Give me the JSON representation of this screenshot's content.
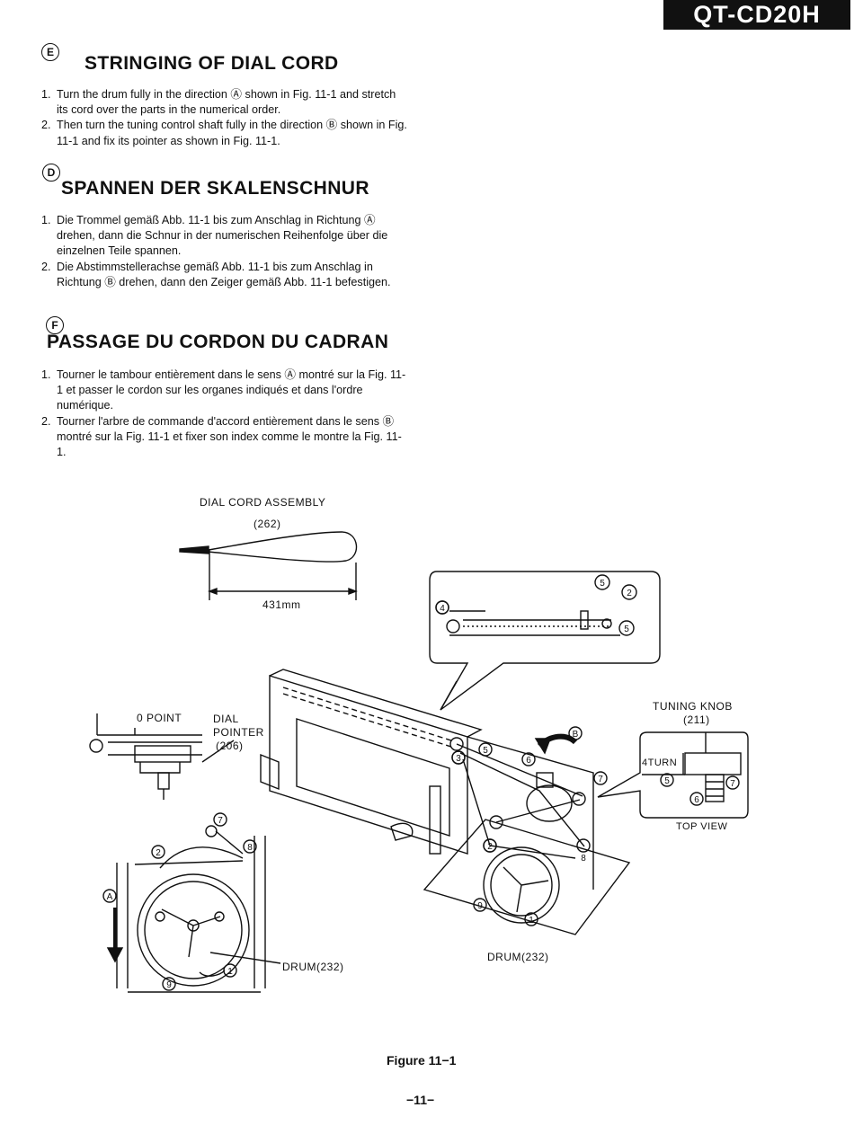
{
  "model": "QT-CD20H",
  "sections": [
    {
      "mark": "E",
      "heading": "STRINGING OF DIAL CORD",
      "steps": [
        {
          "num": "1.",
          "text": "Turn the drum fully in the direction Ⓐ shown in Fig. 11-1 and stretch its cord over the parts in the numerical order."
        },
        {
          "num": "2.",
          "text": "Then turn the tuning control shaft fully in the direction Ⓑ shown in Fig. 11-1 and fix its pointer as shown in Fig. 11-1."
        }
      ]
    },
    {
      "mark": "D",
      "heading": "SPANNEN DER SKALENSCHNUR",
      "steps": [
        {
          "num": "1.",
          "text": "Die Trommel gemäß Abb. 11-1 bis zum Anschlag in Richtung Ⓐ drehen, dann die Schnur in der numerischen Reihenfolge über die einzelnen Teile spannen."
        },
        {
          "num": "2.",
          "text": "Die Abstimmstellerachse gemäß Abb. 11-1 bis zum Anschlag in Richtung Ⓑ drehen, dann den Zeiger gemäß Abb. 11-1 befestigen."
        }
      ]
    },
    {
      "mark": "F",
      "heading": "PASSAGE DU CORDON DU CADRAN",
      "steps": [
        {
          "num": "1.",
          "text": "Tourner le tambour entièrement dans le sens Ⓐ montré sur la Fig. 11-1 et passer le cordon sur les organes indiqués et dans l'ordre numérique."
        },
        {
          "num": "2.",
          "text": "Tourner l'arbre de commande d'accord entièrement dans le sens Ⓑ montré sur la Fig. 11-1 et fixer son index comme le montre la Fig. 11-1."
        }
      ]
    }
  ],
  "figure": {
    "cord_assembly_title": "DIAL CORD ASSEMBLY",
    "cord_assembly_ref": "(262)",
    "cord_length": "431mm",
    "zero_point": "0 POINT",
    "dial_pointer_line1": "DIAL",
    "dial_pointer_line2": "POINTER",
    "dial_pointer_ref": "(206)",
    "tuning_knob_line1": "TUNING KNOB",
    "tuning_knob_ref": "(211)",
    "turn_label": "4TURN",
    "top_view": "TOP VIEW",
    "drum_left": "DRUM(232)",
    "drum_right": "DRUM(232)",
    "nums": [
      "1",
      "2",
      "3",
      "4",
      "5",
      "6",
      "7",
      "8",
      "9"
    ],
    "dir_a": "A",
    "dir_b": "B"
  },
  "caption": "Figure 11−1",
  "page_number": "−11−"
}
